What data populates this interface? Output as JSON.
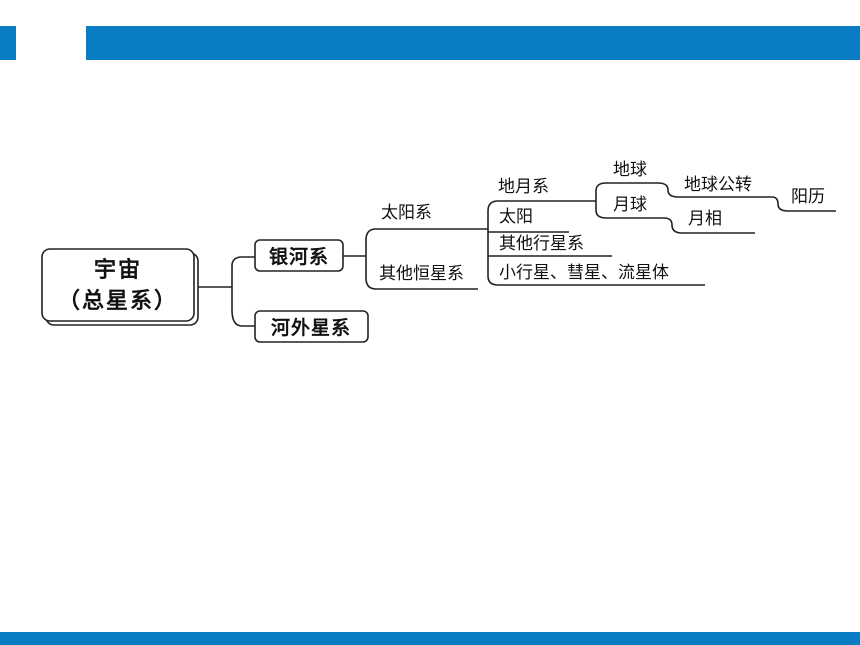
{
  "colors": {
    "accent": "#0a7cc4",
    "stroke": "#222222"
  },
  "mindmap": {
    "root": {
      "line1": "宇宙",
      "line2": "（总星系）"
    },
    "galaxy": "银河系",
    "extragalactic": "河外星系",
    "solar_system": "太阳系",
    "other_stellar": "其他恒星系",
    "earth_moon_system": "地月系",
    "sun": "太阳",
    "other_planetary": "其他行星系",
    "small_bodies": "小行星、彗星、流星体",
    "earth": "地球",
    "moon": "月球",
    "earth_revolution": "地球公转",
    "lunar_phase": "月相",
    "solar_calendar": "阳历"
  }
}
